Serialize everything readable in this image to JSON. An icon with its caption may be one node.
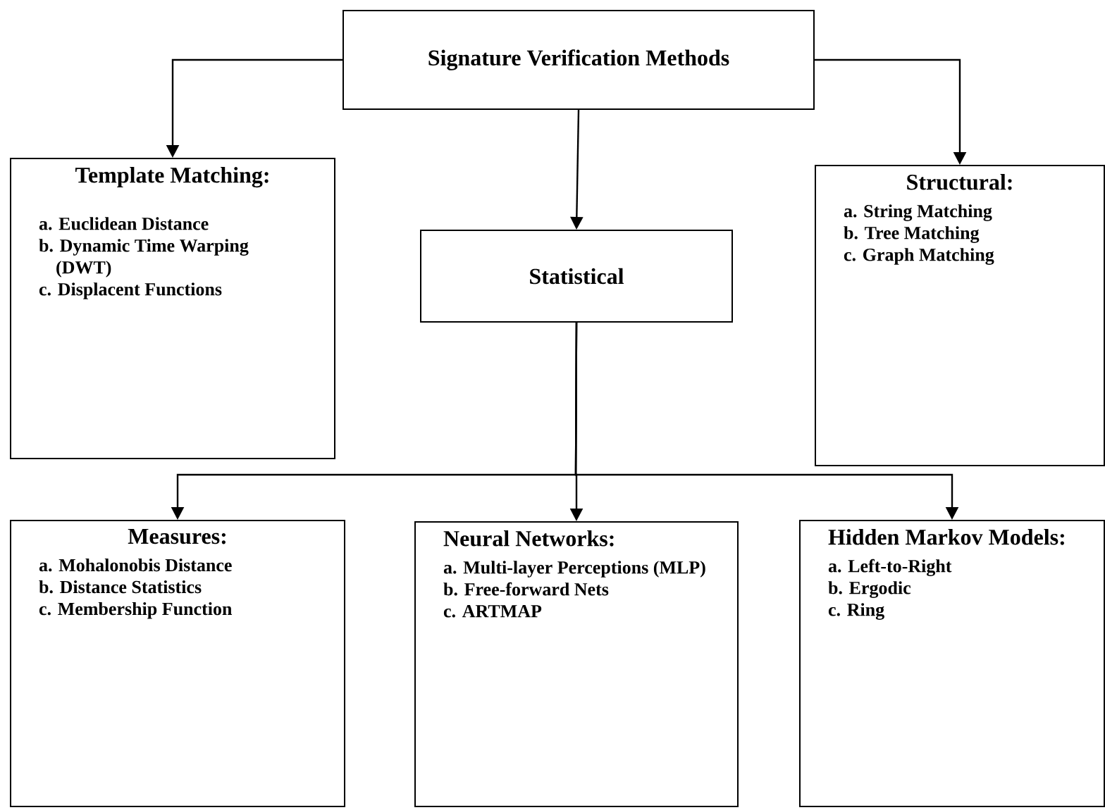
{
  "diagram": {
    "nodes": [
      {
        "text": [
          "Signature Verification Methods"
        ]
      },
      {
        "text": [
          "Template Matching:",
          "a. Euclidean Distance",
          "b. Dynamic Time Warping (DWT)",
          "c. Displacent Functions"
        ]
      },
      {
        "text": [
          "Statistical"
        ]
      },
      {
        "text": [
          "Structural:",
          "a. String Matching",
          "b. Tree Matching",
          "c. Graph Matching"
        ]
      },
      {
        "text": [
          "Measures:",
          "a. Mohalonobis Distance",
          "b. Distance Statistics",
          "c. Membership Function"
        ]
      },
      {
        "text": [
          "Neural Networks:",
          "a. Multi-layer Perceptions (MLP)",
          "b. Free-forward Nets",
          "c. ARTMAP"
        ]
      },
      {
        "text": [
          "Hidden Markov Models:",
          "a. Left-to-Right",
          "b. Ergodic",
          "c. Ring"
        ]
      }
    ],
    "edges": [
      {
        "from": 0,
        "to": 1,
        "arrow": "to"
      },
      {
        "from": 0,
        "to": 2,
        "arrow": "to"
      },
      {
        "from": 0,
        "to": 3,
        "arrow": "to"
      },
      {
        "from": 2,
        "to": 4,
        "arrow": "to"
      },
      {
        "from": 2,
        "to": 5,
        "arrow": "to"
      },
      {
        "from": 2,
        "to": 6,
        "arrow": "to"
      }
    ]
  }
}
